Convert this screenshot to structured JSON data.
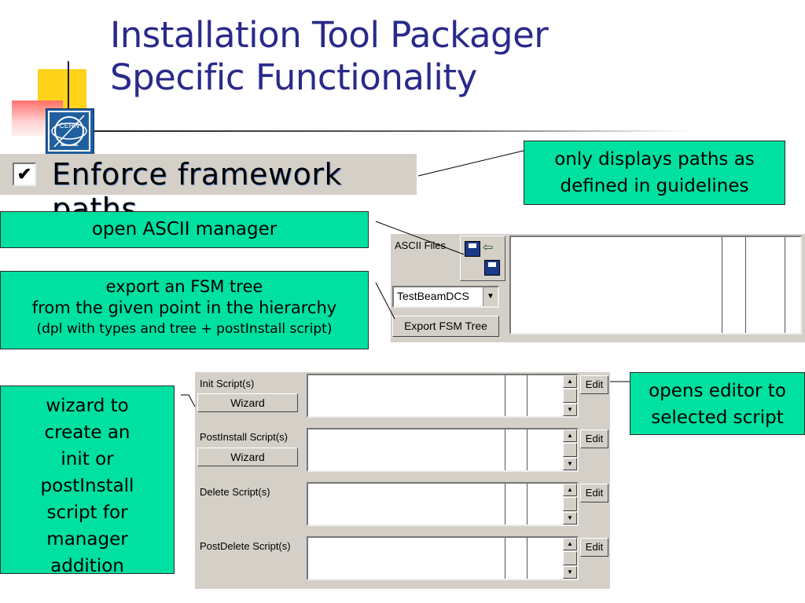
{
  "slide": {
    "title_line1": "Installation Tool Packager",
    "title_line2": "Specific Functionality"
  },
  "enforce": {
    "checked_mark": "✔",
    "label": "Enforce framework paths"
  },
  "callouts": {
    "paths": [
      "only displays paths as",
      "defined in guidelines"
    ],
    "ascii": "open ASCII manager",
    "fsm": [
      "export an FSM tree",
      "from the given point in the hierarchy",
      "(dpl with types and tree + postInstall script)"
    ],
    "editor": [
      "opens editor to",
      "selected script"
    ],
    "wizard": [
      "wizard to",
      "create an",
      "init or",
      "postInstall",
      "script for",
      "manager",
      "addition"
    ]
  },
  "ascii_panel": {
    "label": "ASCII Files",
    "icon": "floppy-disk-icon",
    "select_value": "TestBeamDCS",
    "export_button": "Export FSM Tree"
  },
  "scripts": [
    {
      "label": "Init Script(s)",
      "wizard": "Wizard",
      "edit": "Edit"
    },
    {
      "label": "PostInstall Script(s)",
      "wizard": "Wizard",
      "edit": "Edit"
    },
    {
      "label": "Delete Script(s)",
      "edit": "Edit"
    },
    {
      "label": "PostDelete Script(s)",
      "edit": "Edit"
    }
  ],
  "colors": {
    "title": "#2a2a8a",
    "callout": "#00e0a0",
    "panel": "#d4d0c8"
  }
}
